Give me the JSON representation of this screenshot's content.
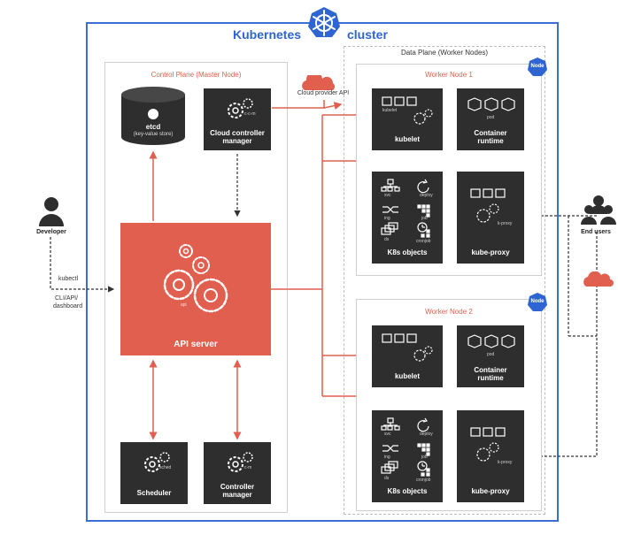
{
  "title": {
    "left": "Kubernetes",
    "right": "cluster"
  },
  "control_plane": {
    "label": "Control Plane (Master Node)"
  },
  "data_plane": {
    "label": "Data Plane (Worker Nodes)"
  },
  "etcd": {
    "name": "etcd",
    "sub": "(key-value store)"
  },
  "ccm": {
    "line1": "Cloud controller",
    "line2": "manager",
    "tiny": "c-c-m"
  },
  "cloud_api": {
    "label": "Cloud provider API"
  },
  "api_server": {
    "label": "API server",
    "tiny": "api"
  },
  "scheduler": {
    "label": "Scheduler",
    "tiny": "sched"
  },
  "controller_manager": {
    "line1": "Controller",
    "line2": "manager",
    "tiny": "c-m"
  },
  "developer": {
    "label": "Developer"
  },
  "cli": {
    "line1": "kubectl",
    "line2": "CLI/API/",
    "line3": "dashboard"
  },
  "end_users": {
    "label": "End users"
  },
  "badge": "Node",
  "worker1": {
    "label": "Worker Node 1",
    "kubelet": "kubelet",
    "kubelet_tiny": "kubelet",
    "runtime_line1": "Container",
    "runtime_line2": "runtime",
    "pod_tiny": "pod",
    "objects": "K8s objects",
    "proxy": "kube-proxy",
    "proxy_tiny": "k-proxy",
    "obj_tiny": {
      "svc": "svc",
      "deploy": "deploy",
      "ing": "ing",
      "job": "job",
      "ds": "ds",
      "cronjob": "cronjob"
    }
  },
  "worker2": {
    "label": "Worker Node 2",
    "kubelet": "kubelet",
    "runtime_line1": "Container",
    "runtime_line2": "runtime",
    "pod_tiny": "pod",
    "objects": "K8s objects",
    "proxy": "kube-proxy",
    "proxy_tiny": "k-proxy",
    "obj_tiny": {
      "svc": "svc",
      "deploy": "deploy",
      "ing": "ing",
      "job": "job",
      "ds": "ds",
      "cronjob": "cronjob"
    }
  },
  "colors": {
    "accent": "#e15f4f",
    "blue": "#3b6fd6",
    "dark": "#2e2e2e"
  }
}
